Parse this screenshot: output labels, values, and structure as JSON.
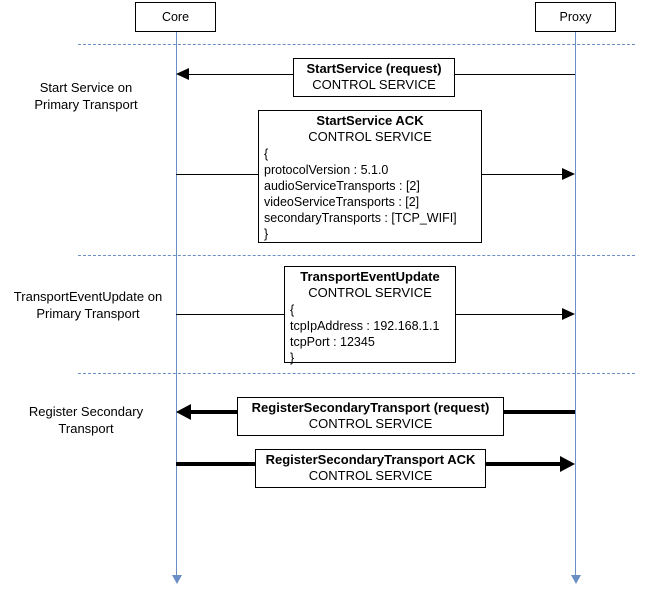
{
  "diagram": {
    "participants": [
      {
        "name": "Core"
      },
      {
        "name": "Proxy"
      }
    ],
    "phases": [
      {
        "label": "Start Service on\nPrimary Transport"
      },
      {
        "label": "TransportEventUpdate on\nPrimary Transport"
      },
      {
        "label": "Register Secondary\nTransport"
      }
    ],
    "messages": [
      {
        "title": "StartService (request)",
        "subtitle": "CONTROL SERVICE",
        "payload": "",
        "direction": "proxy-to-core",
        "weight": "normal"
      },
      {
        "title": "StartService ACK",
        "subtitle": "CONTROL SERVICE",
        "payload": "{\nprotocolVersion : 5.1.0\naudioServiceTransports : [2]\nvideoServiceTransports : [2]\nsecondaryTransports : [TCP_WIFI]\n}",
        "direction": "core-to-proxy",
        "weight": "normal"
      },
      {
        "title": "TransportEventUpdate",
        "subtitle": "CONTROL SERVICE",
        "payload": "{\ntcpIpAddress : 192.168.1.1\ntcpPort : 12345\n}",
        "direction": "core-to-proxy",
        "weight": "normal"
      },
      {
        "title": "RegisterSecondaryTransport (request)",
        "subtitle": "CONTROL SERVICE",
        "payload": "",
        "direction": "proxy-to-core",
        "weight": "bold"
      },
      {
        "title": "RegisterSecondaryTransport ACK",
        "subtitle": "CONTROL SERVICE",
        "payload": "",
        "direction": "core-to-proxy",
        "weight": "bold"
      }
    ],
    "colors": {
      "lifeline": "#6b8ec4",
      "separator": "#6b8ec4",
      "arrow": "#000000",
      "background": "#ffffff"
    }
  }
}
